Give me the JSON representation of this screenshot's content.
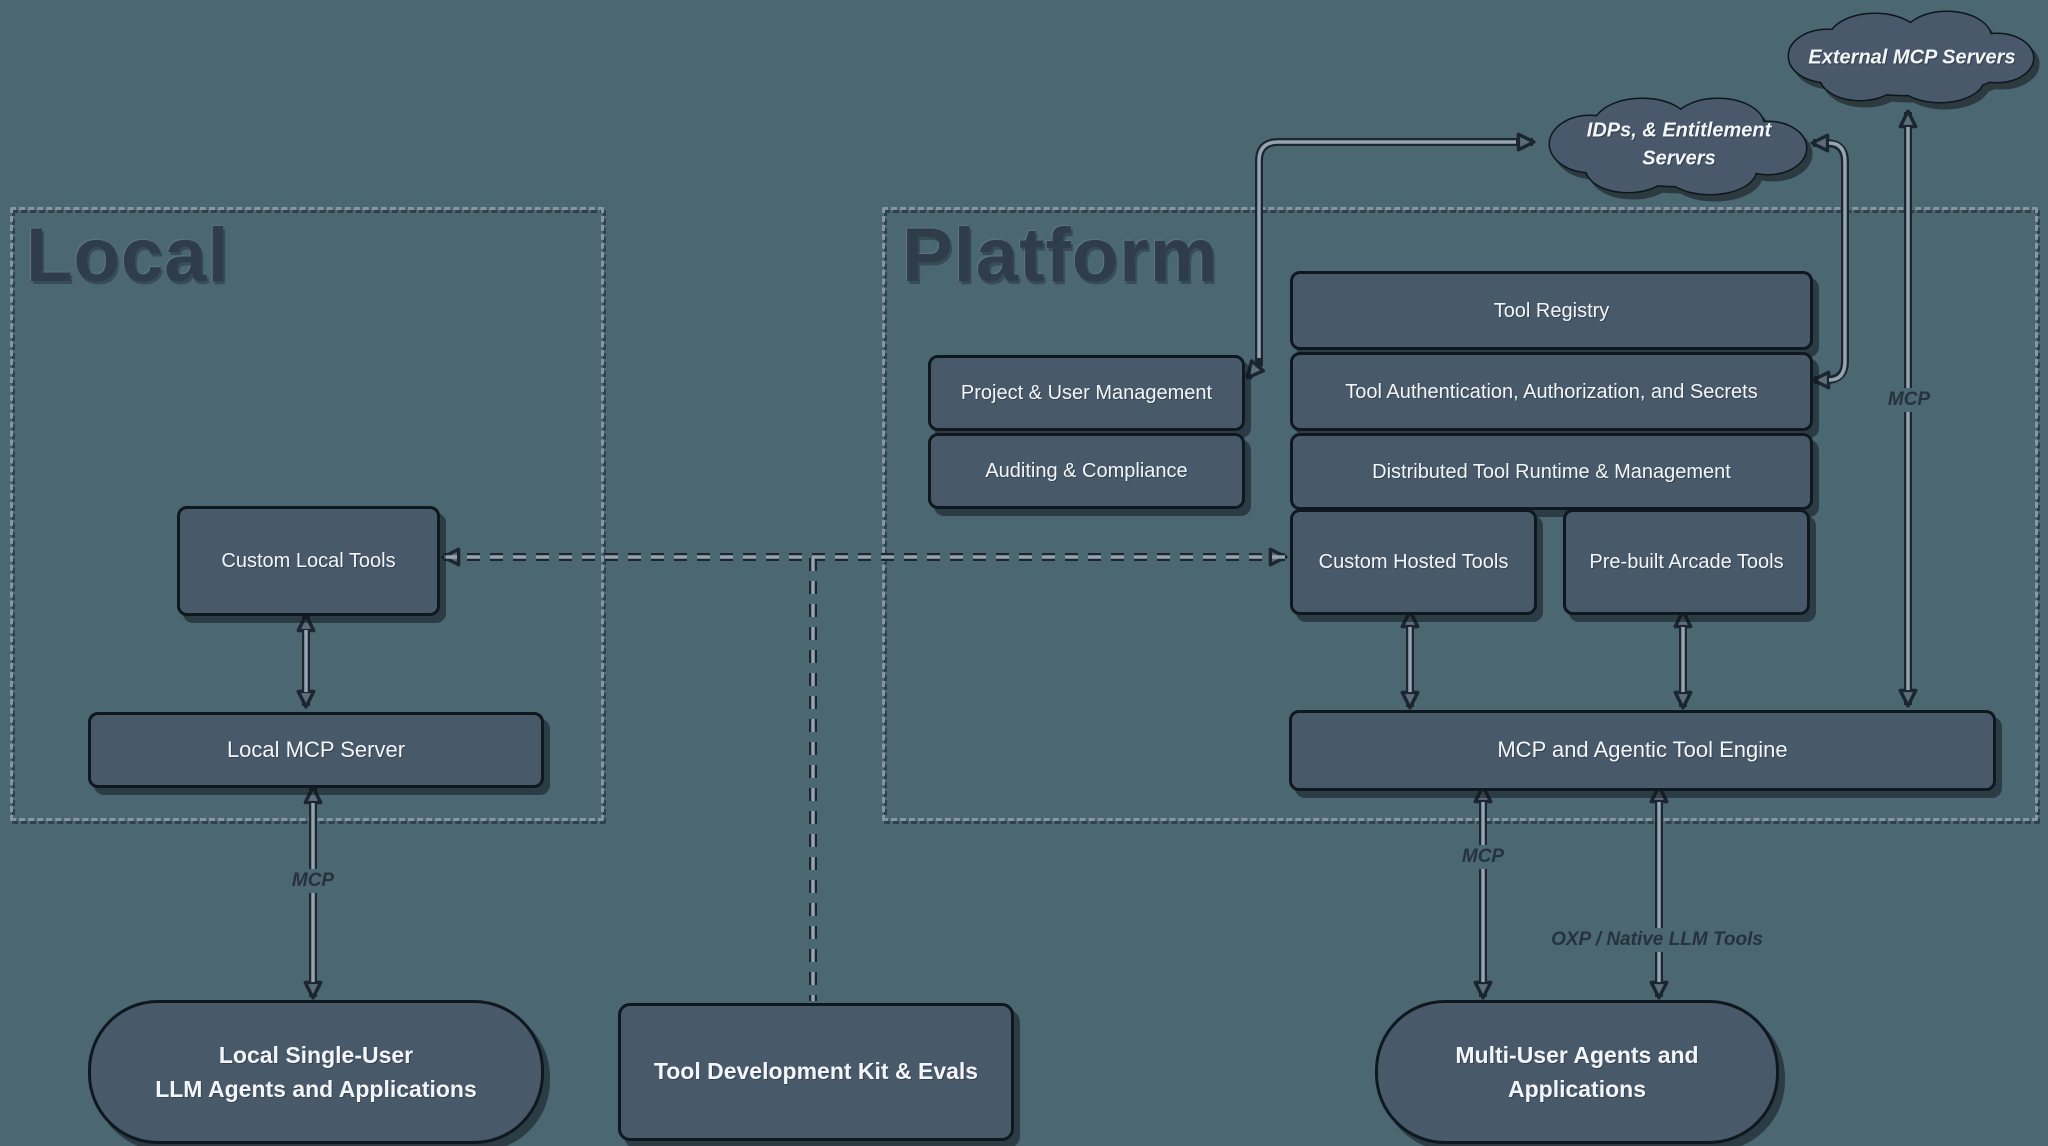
{
  "containers": {
    "local": {
      "title": "Local"
    },
    "platform": {
      "title": "Platform"
    }
  },
  "clouds": {
    "external": {
      "label": "External MCP Servers"
    },
    "idps": {
      "line1": "IDPs, & Entitlement",
      "line2": "Servers"
    }
  },
  "nodes": {
    "custom_local_tools": "Custom Local Tools",
    "local_mcp_server": "Local MCP Server",
    "project_user": "Project & User Management",
    "auditing": "Auditing & Compliance",
    "tool_registry": "Tool Registry",
    "tool_auth": "Tool Authentication, Authorization, and Secrets",
    "distributed": "Distributed Tool Runtime & Management",
    "custom_hosted": "Custom Hosted Tools",
    "prebuilt": "Pre-built Arcade Tools",
    "engine": "MCP and Agentic Tool Engine",
    "tdk": "Tool Development Kit & Evals"
  },
  "stadiums": {
    "local_agents": {
      "line1": "Local Single-User",
      "line2": "LLM Agents and Applications"
    },
    "multi_user": {
      "line1": "Multi-User Agents and",
      "line2": "Applications"
    }
  },
  "edge_labels": {
    "local_mcp": "MCP",
    "external_mcp": "MCP",
    "engine_mcp": "MCP",
    "engine_oxp": "OXP / Native LLM Tools"
  },
  "colors": {
    "background": "#4a6772",
    "node_fill": "#48596a",
    "node_border": "#10181f",
    "text_light": "#f2f6f8",
    "text_dark": "#26323e",
    "edge_dark": "#1c2630",
    "edge_light": "#95a4af",
    "dashed_border": "#8796a3"
  }
}
